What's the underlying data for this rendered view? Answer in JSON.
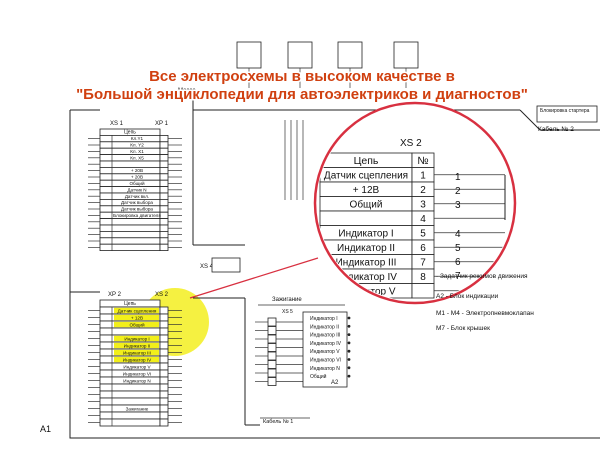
{
  "banner": {
    "line1": "Все электросхемы в высоком качестве в",
    "line2": "\"Большой энциклопедии для автоэлектриков и диагностов\""
  },
  "labels": {
    "massa": "Масса",
    "a1": "A1",
    "a2": "A2",
    "xs1": "XS 1",
    "xp1": "XP 1",
    "xp2": "XP 2",
    "xs2": "XS 2",
    "xs4": "XS 4",
    "xs5": "XS 5",
    "zazhiganie": "Зажигание",
    "blokirovka": "Блокировка стартера",
    "kabel2": "Кабель № 2",
    "kabel1": "Кабель № 1",
    "mp": "M7 ?"
  },
  "top_table": {
    "header": [
      "Цепь"
    ],
    "rows": [
      "Кл.Y1",
      "Кл. Y2",
      "Кл. X1",
      "Кл. X5",
      "",
      "+ 20В",
      "+ 20В",
      "Общий",
      "Датчик N",
      "Датчик вкл.",
      "Датчик выбора",
      "Датчик выбора",
      "Блокировка двигателя",
      "",
      "",
      "",
      "",
      ""
    ]
  },
  "bottom_table": {
    "header": [
      "Цепь"
    ],
    "rows": [
      "Датчик сцепления",
      "+ 12В",
      "Общий",
      "",
      "Индикатор I",
      "Индикатор II",
      "Индикатор III",
      "Индикатор IV",
      "Индикатор V",
      "Индикатор VI",
      "Индикатор N",
      "",
      "",
      "",
      "Зажигание",
      "",
      ""
    ],
    "highlighted_rows": [
      0,
      1,
      2,
      4,
      5,
      6,
      7
    ]
  },
  "a2_block": {
    "rows": [
      "Индикатор I",
      "Индикатор II",
      "Индикатор III",
      "Индикатор IV",
      "Индикатор V",
      "Индикатор VI",
      "Индикатор N",
      "Общий"
    ]
  },
  "zoom": {
    "title": "XS 2",
    "col_circuit": "Цепь",
    "col_num": "№",
    "rows": [
      {
        "name": "Датчик сцепления",
        "num": "1"
      },
      {
        "name": "+ 12В",
        "num": "2"
      },
      {
        "name": "Общий",
        "num": "3"
      },
      {
        "name": "",
        "num": "4"
      },
      {
        "name": "Индикатор I",
        "num": "5"
      },
      {
        "name": "Индикатор II",
        "num": "6"
      },
      {
        "name": "Индикатор III",
        "num": "7"
      },
      {
        "name": "Индикатор IV",
        "num": "8"
      },
      {
        "name": "Индикатор V",
        "num": ""
      }
    ],
    "wire_nums": [
      "1",
      "2",
      "3",
      "4",
      "5",
      "6",
      "7"
    ]
  },
  "legend": [
    "- Задатчик режимов движения",
    "A2 - Блок индикации",
    "M1 - M4 - Электропневмоклапан",
    "M7 - Блок крышек"
  ],
  "colors": {
    "banner": "#d04010",
    "highlight": "#f2ef1a",
    "circle": "#d83040"
  }
}
